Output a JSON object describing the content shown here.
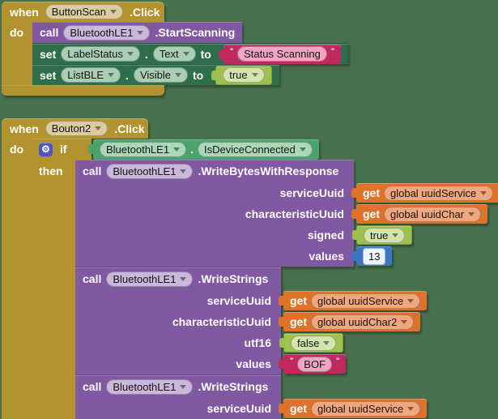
{
  "palette": {
    "workspace_background": "#47714E",
    "event_control_gold": "#B3932F",
    "method_purple": "#8158A2",
    "setter_green": "#2F6E4D",
    "getter_green": "#4CA26C",
    "variable_orange": "#E0712B",
    "logic_green": "#9EC04F",
    "number_blue": "#3D76C2",
    "text_magenta": "#C02960",
    "gear_blue": "#4D55C0"
  },
  "icons": {
    "gear": "⚙"
  },
  "stack1": {
    "when_label": "when",
    "component": "ButtonScan",
    "event": ".Click",
    "do_label": "do",
    "call_scan": {
      "call_label": "call",
      "component": "BluetoothLE1",
      "method": ".StartScanning"
    },
    "set_status": {
      "set_label": "set",
      "component": "LabelStatus",
      "dot": ".",
      "property": "Text",
      "to_label": "to",
      "open_quote": "\"",
      "value_text": "Status Scanning",
      "close_quote": "\""
    },
    "set_visible": {
      "set_label": "set",
      "component": "ListBLE",
      "dot": ".",
      "property": "Visible",
      "to_label": "to",
      "value": "true"
    }
  },
  "stack2": {
    "when_label": "when",
    "component": "Bouton2",
    "event": ".Click",
    "do_label": "do",
    "if_block": {
      "if_label": "if",
      "then_label": "then",
      "condition": {
        "component": "BluetoothLE1",
        "dot": ".",
        "property": "IsDeviceConnected"
      }
    },
    "call_write_bytes": {
      "call_label": "call",
      "component": "BluetoothLE1",
      "method": ".WriteBytesWithResponse",
      "params": [
        {
          "name": "serviceUuid",
          "get_label": "get",
          "variable": "global uuidService"
        },
        {
          "name": "characteristicUuid",
          "get_label": "get",
          "variable": "global uuidChar"
        },
        {
          "name": "signed",
          "value": "true"
        },
        {
          "name": "values",
          "value": "13"
        }
      ]
    },
    "call_write_strings_1": {
      "call_label": "call",
      "component": "BluetoothLE1",
      "method": ".WriteStrings",
      "params": [
        {
          "name": "serviceUuid",
          "get_label": "get",
          "variable": "global uuidService"
        },
        {
          "name": "characteristicUuid",
          "get_label": "get",
          "variable": "global uuidChar2"
        },
        {
          "name": "utf16",
          "value": "false"
        },
        {
          "name": "values",
          "open_quote": "\"",
          "text": "BOF",
          "close_quote": "\""
        }
      ]
    },
    "call_write_strings_2": {
      "call_label": "call",
      "component": "BluetoothLE1",
      "method": ".WriteStrings",
      "params": [
        {
          "name": "serviceUuid",
          "get_label": "get",
          "variable": "global uuidService"
        }
      ]
    }
  }
}
